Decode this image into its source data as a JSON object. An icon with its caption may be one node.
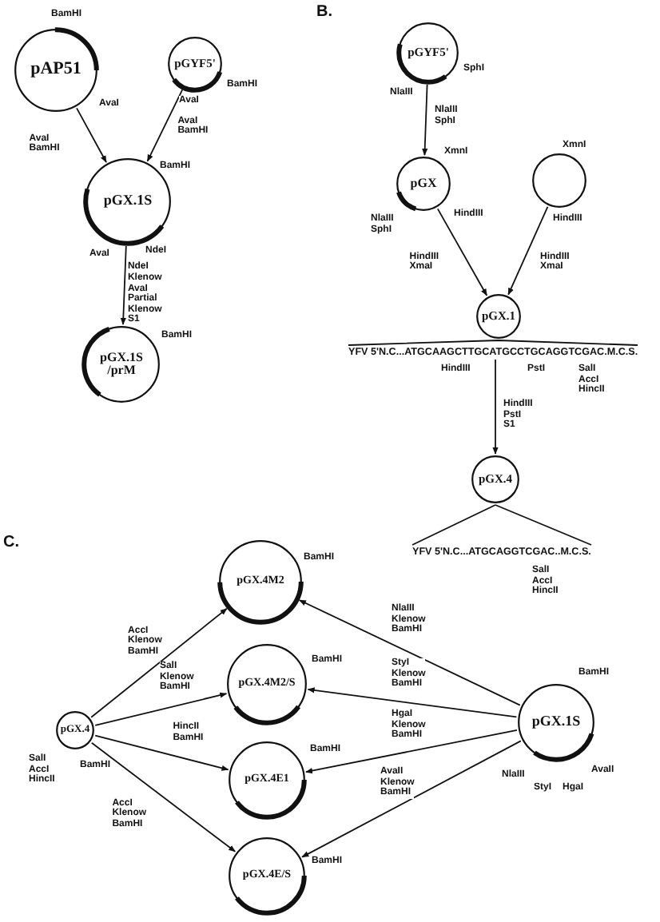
{
  "diagram": {
    "nodes": [
      {
        "text": [
          "pAP51"
        ],
        "beside": [
          "BamHI",
          "AvaI"
        ]
      },
      {
        "text": [
          "pGYF5'"
        ],
        "beside": [
          "BamHI",
          "AvaI"
        ]
      },
      {
        "text": [
          "pGX.1S"
        ],
        "beside": [
          "BamHI",
          "AvaI",
          "NdeI"
        ]
      },
      {
        "text": [
          "pGX.1S /prM"
        ],
        "beside": [
          "BamHI"
        ]
      },
      {
        "text": [
          "pGYF5'"
        ],
        "beside": [
          "SphI",
          "NlaIII"
        ]
      },
      {
        "text": [
          "pGX"
        ],
        "beside": [
          "XmnI",
          "NlaIII SphI",
          "HindIII"
        ]
      },
      {
        "text": [],
        "shape": "circle",
        "beside": [
          "XmnI",
          "HindIII"
        ]
      },
      {
        "text": [
          "pGX.1"
        ]
      },
      {
        "text": [
          "YFV 5'N.C...ATGCAAGCTTGCATGCCTGCAGGTCGAC.M.C.S."
        ],
        "beside": [
          "HindIII",
          "PstI",
          "SalI AccI HincII"
        ]
      },
      {
        "text": [
          "pGX.4"
        ]
      },
      {
        "text": [
          "YFV 5'N.C...ATGCAGGTCGAC..M.C.S."
        ],
        "beside": [
          "SalI AccI HincII"
        ]
      },
      {
        "text": [
          "pGX.4"
        ],
        "beside": [
          "SalI AccI HincII",
          "BamHI"
        ]
      },
      {
        "text": [
          "pGX.4M2"
        ],
        "beside": [
          "BamHI"
        ]
      },
      {
        "text": [
          "pGX.4M2/S"
        ],
        "beside": [
          "BamHI"
        ]
      },
      {
        "text": [
          "pGX.4E1"
        ],
        "beside": [
          "BamHI"
        ]
      },
      {
        "text": [
          "pGX.4E/S"
        ],
        "beside": [
          "BamHI"
        ]
      },
      {
        "text": [
          "pGX.1S"
        ],
        "beside": [
          "BamHI",
          "NlaIII",
          "StyI",
          "HgaI",
          "AvaII"
        ]
      }
    ],
    "edges": [
      {
        "from": 0,
        "to": 2,
        "arrow": "to",
        "label": "AvaI BamHI"
      },
      {
        "from": 1,
        "to": 2,
        "arrow": "to",
        "label": "AvaI BamHI"
      },
      {
        "from": 2,
        "to": 3,
        "arrow": "to",
        "label": "NdeI Klenow AvaI Partial Klenow S1"
      },
      {
        "from": 4,
        "to": 5,
        "arrow": "to",
        "label": "NlaIII SphI"
      },
      {
        "from": 5,
        "to": 7,
        "arrow": "to",
        "label": "HindIII XmaI"
      },
      {
        "from": 6,
        "to": 7,
        "arrow": "to",
        "label": "HindIII XmaI"
      },
      {
        "from": 7,
        "to": 8,
        "arrow": "none"
      },
      {
        "from": 8,
        "to": 9,
        "arrow": "to",
        "label": "HindIII PstI S1"
      },
      {
        "from": 9,
        "to": 10,
        "arrow": "none"
      },
      {
        "from": 11,
        "to": 12,
        "arrow": "to",
        "label": "AccI Klenow BamHI"
      },
      {
        "from": 11,
        "to": 13,
        "arrow": "to",
        "label": "SalI Klenow BamHI"
      },
      {
        "from": 11,
        "to": 14,
        "arrow": "to",
        "label": "HincII BamHI"
      },
      {
        "from": 11,
        "to": 15,
        "arrow": "to",
        "label": "AccI Klenow BamHI"
      },
      {
        "from": 16,
        "to": 12,
        "arrow": "to",
        "label": "NlaIII Klenow BamHI"
      },
      {
        "from": 16,
        "to": 13,
        "arrow": "to",
        "label": "StyI Klenow BamHI"
      },
      {
        "from": 16,
        "to": 14,
        "arrow": "to",
        "label": "HgaI Klenow BamHI"
      },
      {
        "from": 16,
        "to": 15,
        "arrow": "to",
        "label": "AvaII Klenow BamHI"
      }
    ],
    "labels": [
      "B.",
      "C."
    ]
  }
}
